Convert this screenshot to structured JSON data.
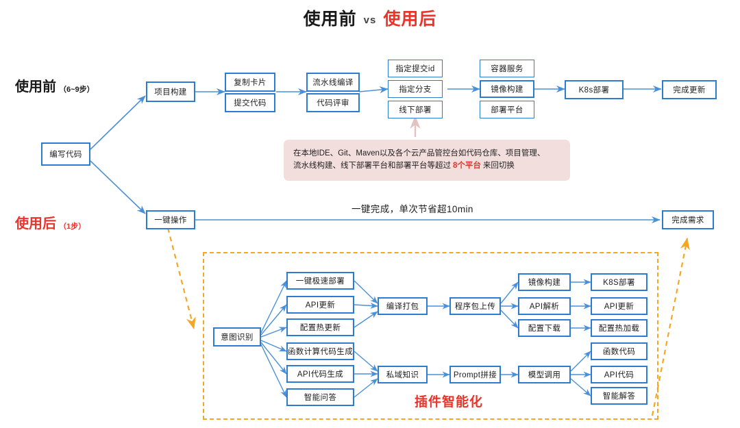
{
  "title": {
    "before": "使用前",
    "vs": "vs",
    "after": "使用后"
  },
  "labels": {
    "before_main": "使用前",
    "before_sub": "（6~9步）",
    "after_main": "使用后",
    "after_sub": "（1步）"
  },
  "colors": {
    "box_border": "#2d7bd0",
    "arrow": "#4a90d9",
    "accent_red": "#e8342a",
    "accent_orange": "#f5a623",
    "callout_bg": "#f2dedc"
  },
  "before_flow": {
    "start": "编写代码",
    "stage1": "项目构建",
    "stage2": [
      "复制卡片",
      "提交代码"
    ],
    "stage3": [
      "流水线编译",
      "代码评审"
    ],
    "stage4": [
      "指定提交id",
      "指定分支",
      "线下部署"
    ],
    "stage5": [
      "容器服务",
      "镜像构建",
      "部署平台"
    ],
    "stage6": "K8s部署",
    "stage7": "完成更新"
  },
  "callout": {
    "line1": "在本地IDE、Git、Maven以及各个云产品管控台如代码仓库、项目管理、",
    "line2_pre": "流水线构建、线下部署平台和部署平台等超过",
    "line2_hl": "8个平台",
    "line2_post": "来回切换"
  },
  "after_flow": {
    "start": "一键操作",
    "banner": "一键完成，单次节省超10min",
    "end": "完成需求"
  },
  "plugin_region": {
    "caption": "插件智能化",
    "intent": "意图识别",
    "branches": [
      "一键极速部署",
      "API更新",
      "配置热更新",
      "函数计算代码生成",
      "API代码生成",
      "智能问答"
    ],
    "build_chain": [
      "编译打包",
      "程序包上传"
    ],
    "deploy_pairs": [
      {
        "from": "镜像构建",
        "to": "K8S部署"
      },
      {
        "from": "API解析",
        "to": "API更新"
      },
      {
        "from": "配置下载",
        "to": "配置热加载"
      }
    ],
    "knowledge_chain": [
      "私域知识",
      "Prompt拼接",
      "模型调用"
    ],
    "model_outputs": [
      "函数代码",
      "API代码",
      "智能解答"
    ]
  }
}
